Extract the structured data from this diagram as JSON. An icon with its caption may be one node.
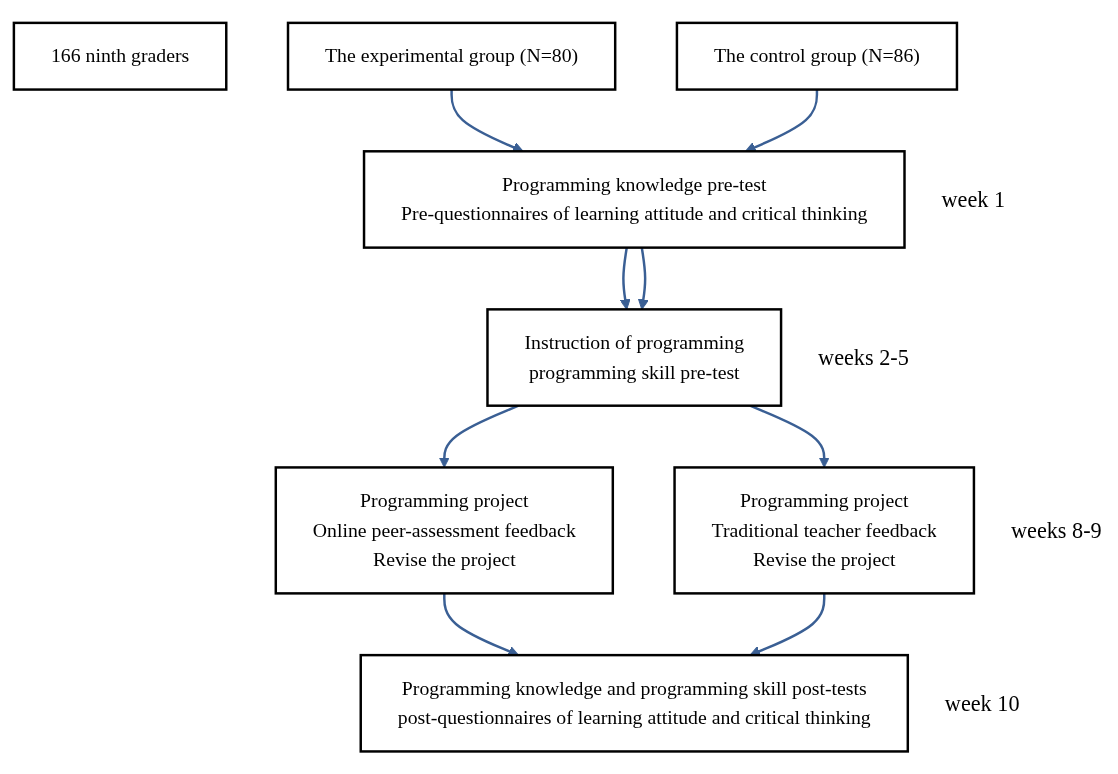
{
  "diagram": {
    "nodes": [
      {
        "text": [
          "166 ninth graders"
        ]
      },
      {
        "text": [
          "The experimental group (N=80)"
        ]
      },
      {
        "text": [
          "The control group (N=86)"
        ]
      },
      {
        "text": [
          "Programming knowledge pre-test",
          "Pre-questionnaires of learning attitude and critical thinking"
        ],
        "beside": [
          "week 1"
        ]
      },
      {
        "text": [
          "Instruction of programming",
          "programming skill pre-test"
        ],
        "beside": [
          "weeks 2-5"
        ]
      },
      {
        "text": [
          "Programming project",
          "Online peer-assessment feedback",
          "Revise the project"
        ]
      },
      {
        "text": [
          "Programming project",
          "Traditional teacher feedback",
          "Revise the project"
        ],
        "beside": [
          "weeks 8-9"
        ]
      },
      {
        "text": [
          "Programming knowledge and programming skill post-tests",
          "post-questionnaires of learning attitude and critical thinking"
        ],
        "beside": [
          "week 10"
        ]
      }
    ],
    "edges": [
      {
        "from": 1,
        "to": 3,
        "arrow": "to"
      },
      {
        "from": 2,
        "to": 3,
        "arrow": "to"
      },
      {
        "from": 3,
        "to": 4,
        "arrow": "to"
      },
      {
        "from": 3,
        "to": 4,
        "arrow": "to"
      },
      {
        "from": 4,
        "to": 5,
        "arrow": "to"
      },
      {
        "from": 4,
        "to": 6,
        "arrow": "to"
      },
      {
        "from": 5,
        "to": 7,
        "arrow": "to"
      },
      {
        "from": 6,
        "to": 7,
        "arrow": "to"
      }
    ]
  }
}
